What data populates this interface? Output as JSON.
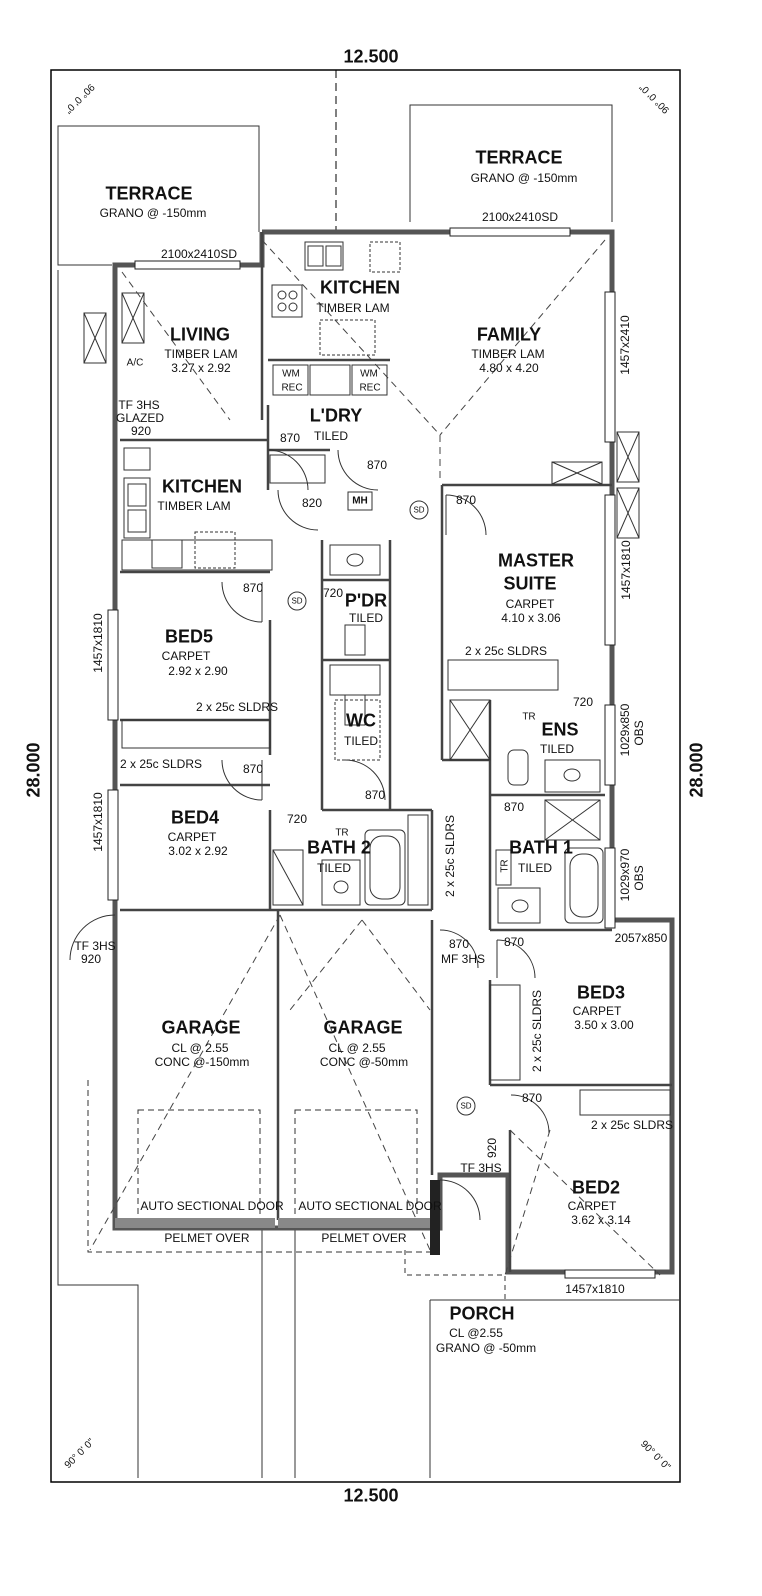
{
  "boundary": {
    "top_width": "12.500",
    "bottom_width": "12.500",
    "left_length": "28.000",
    "right_length": "28.000",
    "corner_angle": "90° 0' 0\""
  },
  "rooms": {
    "terrace_left": {
      "name": "TERRACE",
      "finish": "GRANO @ -150mm"
    },
    "terrace_right": {
      "name": "TERRACE",
      "finish": "GRANO @ -150mm"
    },
    "living": {
      "name": "LIVING",
      "finish": "TIMBER LAM",
      "size": "3.27 x 2.92"
    },
    "kitchen_top": {
      "name": "KITCHEN",
      "finish": "TIMBER LAM"
    },
    "family": {
      "name": "FAMILY",
      "finish": "TIMBER LAM",
      "size": "4.80 x 4.20"
    },
    "laundry": {
      "name": "L'DRY",
      "finish": "TILED"
    },
    "kitchen_left": {
      "name": "KITCHEN",
      "finish": "TIMBER LAM"
    },
    "master": {
      "name1": "MASTER",
      "name2": "SUITE",
      "finish": "CARPET",
      "size": "4.10 x 3.06"
    },
    "powder": {
      "name": "P'DR",
      "finish": "TILED"
    },
    "bed5": {
      "name": "BED5",
      "finish": "CARPET",
      "size": "2.92 x 2.90"
    },
    "wc": {
      "name": "WC",
      "finish": "TILED"
    },
    "ens": {
      "name": "ENS",
      "finish": "TILED"
    },
    "bed4": {
      "name": "BED4",
      "finish": "CARPET",
      "size": "3.02 x 2.92"
    },
    "bath2": {
      "name": "BATH 2",
      "finish": "TILED"
    },
    "bath1": {
      "name": "BATH 1",
      "finish": "TILED"
    },
    "garage_left": {
      "name": "GARAGE",
      "ceiling": "CL @ 2.55",
      "finish": "CONC @-150mm"
    },
    "garage_right": {
      "name": "GARAGE",
      "ceiling": "CL @ 2.55",
      "finish": "CONC @-50mm"
    },
    "bed3": {
      "name": "BED3",
      "finish": "CARPET",
      "size": "3.50 x 3.00"
    },
    "bed2": {
      "name": "BED2",
      "finish": "CARPET",
      "size": "3.62 x 3.14"
    },
    "porch": {
      "name": "PORCH",
      "ceiling": "CL @2.55",
      "finish": "GRANO @ -50mm"
    }
  },
  "openings": {
    "door_living": "2100x2410SD",
    "door_family": "2100x2410SD",
    "win_family": "1457x2410",
    "win_master": "1457x1810",
    "win_bed5": "1457x1810",
    "win_bed4": "1457x1810",
    "win_ens": "1029x850",
    "win_ens_obs": "OBS",
    "win_bath1": "1029x970",
    "win_bath1_obs": "OBS",
    "win_bed3": "2057x850",
    "win_bed2": "1457x1810",
    "tf_living": "TF 3HS",
    "tf_living2": "GLAZED",
    "tf_living3": "920",
    "tf_garage": "TF 3HS",
    "tf_garage2": "920",
    "tf_porch": "TF 3HS",
    "tf_porch2": "920",
    "mf": "MF 3HS",
    "d870": "870",
    "d820": "820",
    "d720": "720"
  },
  "fixtures": {
    "ac": "A/C",
    "wm_rec": "WM",
    "rec": "REC",
    "mh": "MH",
    "sd": "SD",
    "tr": "TR",
    "sliders": "2 x 25c SLDRS",
    "auto_door": "AUTO SECTIONAL DOOR",
    "pelmet": "PELMET OVER"
  }
}
